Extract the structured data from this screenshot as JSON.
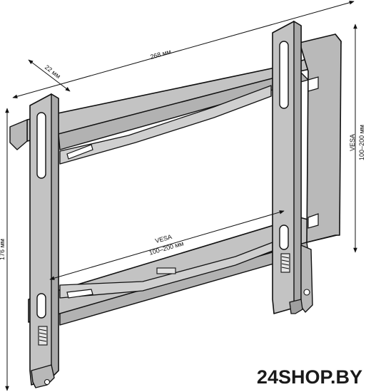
{
  "product": {
    "kind": "tv-wall-mount-bracket"
  },
  "dimensions": {
    "width": "268 мм",
    "depth": "22 мм",
    "height": "176 мм",
    "vesa_vertical_label": "VESA",
    "vesa_vertical_value": "100–200 мм",
    "vesa_horizontal_label": "VESA",
    "vesa_horizontal_value": "100–200 мм"
  },
  "watermark": {
    "text": "24SHOP.BY"
  },
  "colors": {
    "metal": "#c3c3c3",
    "metal_dark": "#a9a9a9",
    "outline": "#111111",
    "slot": "#ffffff"
  }
}
